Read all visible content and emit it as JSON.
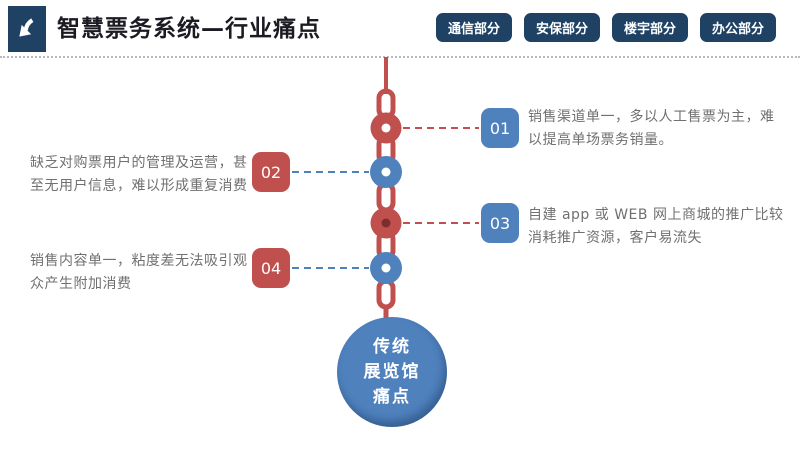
{
  "header": {
    "title": "智慧票务系统—行业痛点",
    "tabs": [
      {
        "label": "通信部分"
      },
      {
        "label": "安保部分"
      },
      {
        "label": "楼宇部分"
      },
      {
        "label": "办公部分"
      }
    ]
  },
  "diagram": {
    "items": [
      {
        "num": "01",
        "side": "right",
        "badge_color": "#4F81BD",
        "text": "销售渠道单一，多以人工售票为主，难以提高单场票务销量。"
      },
      {
        "num": "02",
        "side": "left",
        "badge_color": "#C0504D",
        "text": "缺乏对购票用户的管理及运营，甚至无用户信息，难以形成重复消费"
      },
      {
        "num": "03",
        "side": "right",
        "badge_color": "#4F81BD",
        "text": "自建 app 或 WEB 网上商城的推广比较消耗推广资源，客户易流失"
      },
      {
        "num": "04",
        "side": "left",
        "badge_color": "#C0504D",
        "text": "销售内容单一，粘度差无法吸引观众产生附加消费"
      }
    ],
    "center_circle": {
      "line1": "传统",
      "line2": "展览馆",
      "line3": "痛点"
    },
    "colors": {
      "chain_red": "#C0504D",
      "node_blue": "#4F81BD",
      "navy": "#1F4264",
      "text_gray": "#707070",
      "circle_text": "#ffffff"
    }
  }
}
